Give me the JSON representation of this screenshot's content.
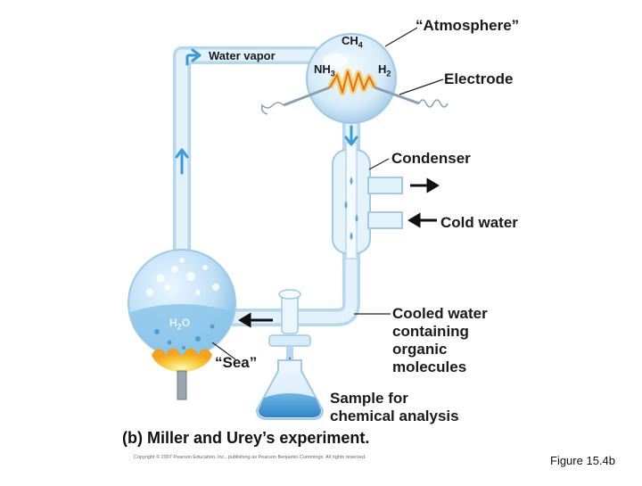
{
  "labels": {
    "atmosphere": "“Atmosphere”",
    "electrode": "Electrode",
    "water_vapor": "Water vapor",
    "condenser": "Condenser",
    "cold_water": "Cold water",
    "cooled_water_lines": [
      "Cooled water",
      "containing",
      "organic",
      "molecules"
    ],
    "sea": "“Sea”",
    "sample_lines": [
      "Sample for",
      "chemical analysis"
    ]
  },
  "chemicals": {
    "ch4": {
      "base": "CH",
      "sub": "4"
    },
    "nh3": {
      "base": "NH",
      "sub": "3"
    },
    "h2": {
      "base": "H",
      "sub": "2"
    },
    "h2o": {
      "base": "H",
      "sub": "2",
      "tail": "O"
    }
  },
  "caption": "(b) Miller and Urey’s experiment.",
  "copyright": "Copyright © 2007 Pearson Education, Inc., publishing as Pearson Benjamin Cummings. All rights reserved.",
  "figure_ref": "Figure 15.4b",
  "colors": {
    "glass": "#d4e9f6",
    "glass_edge": "#a9cde6",
    "water": "#8cc6ea",
    "deep_water": "#4a9fd6",
    "arrow_blue": "#3a9ad9",
    "flame": "#f5b82e",
    "spark": "#f08a1c"
  }
}
